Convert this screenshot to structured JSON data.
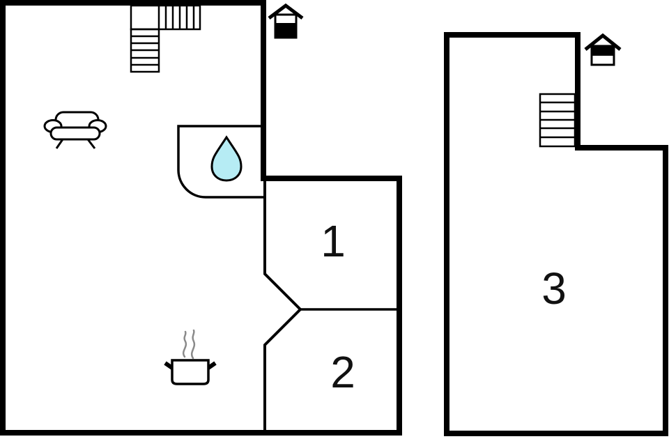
{
  "floorplan": {
    "background_color": "#ffffff",
    "colors": {
      "wall": "#000000",
      "water_drop_fill": "#b6ecf4",
      "water_drop_outline": "#000000",
      "steam": "#8a8a8a",
      "room_label": "#111111"
    },
    "rooms": [
      {
        "id": "room-1",
        "label": "1"
      },
      {
        "id": "room-2",
        "label": "2"
      },
      {
        "id": "room-3",
        "label": "3"
      }
    ],
    "icons": {
      "entrance_ground": "house-entrance-icon-lower-level-filled",
      "entrance_upper": "house-entrance-icon-upper-level-filled",
      "stairs_ground": "l-shaped-staircase-icon",
      "stairs_upper": "straight-staircase-icon",
      "sofa": "sofa-front-view-icon",
      "water_drop": "water-drop-icon",
      "cooking_pot": "cooking-pot-icon",
      "steam": "steam-wisps-icon"
    }
  }
}
